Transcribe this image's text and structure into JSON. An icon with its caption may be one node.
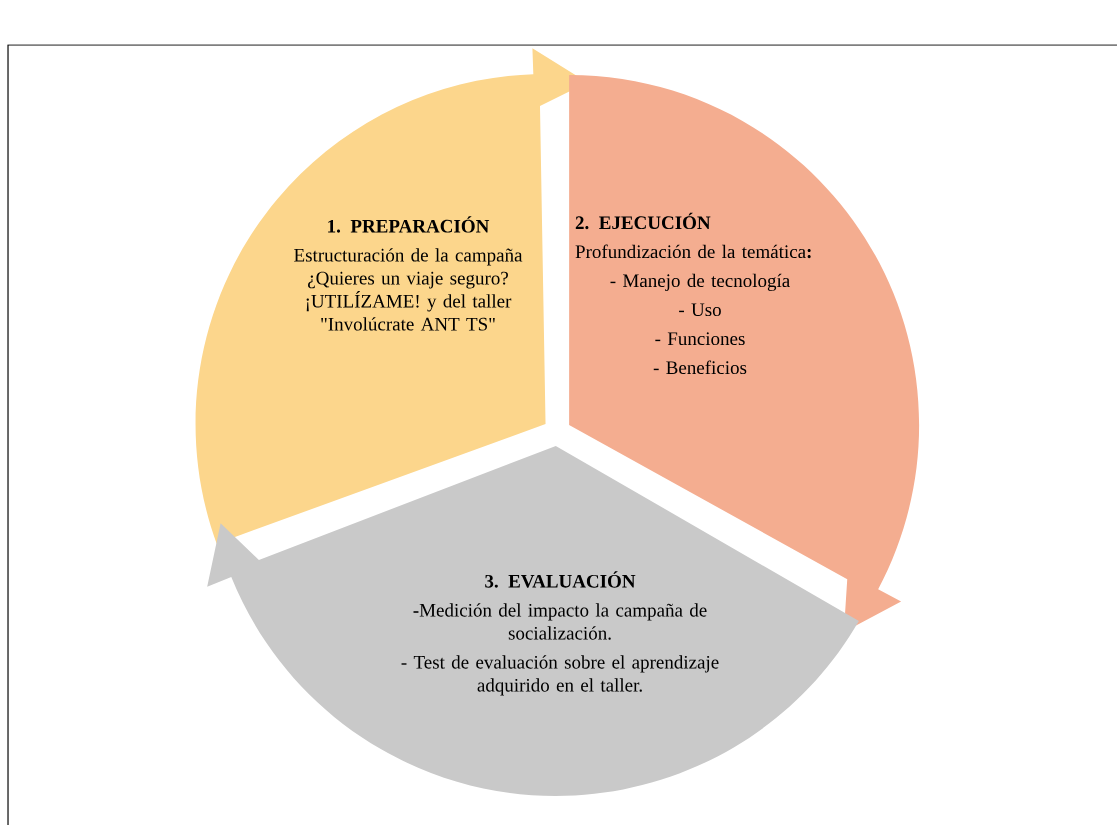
{
  "diagram": {
    "nodes": [
      {
        "text": [
          "1. PREPARACIÓN",
          "Estructuración de la campaña ¿Quieres un viaje seguro? ¡UTILÍZAME! y del taller \"Involúcrate ANT TS\""
        ]
      },
      {
        "text": [
          "2. EJECUCIÓN",
          "Profundización de la temática**:**",
          "- Manejo de tecnología",
          "- Uso",
          "- Funciones",
          "- Beneficios"
        ]
      },
      {
        "text": [
          "3. EVALUACIÓN",
          "**-**Medición del impacto la campaña de socialización.",
          "- Test de evaluación sobre el aprendizaje adquirido en el taller."
        ]
      }
    ]
  }
}
